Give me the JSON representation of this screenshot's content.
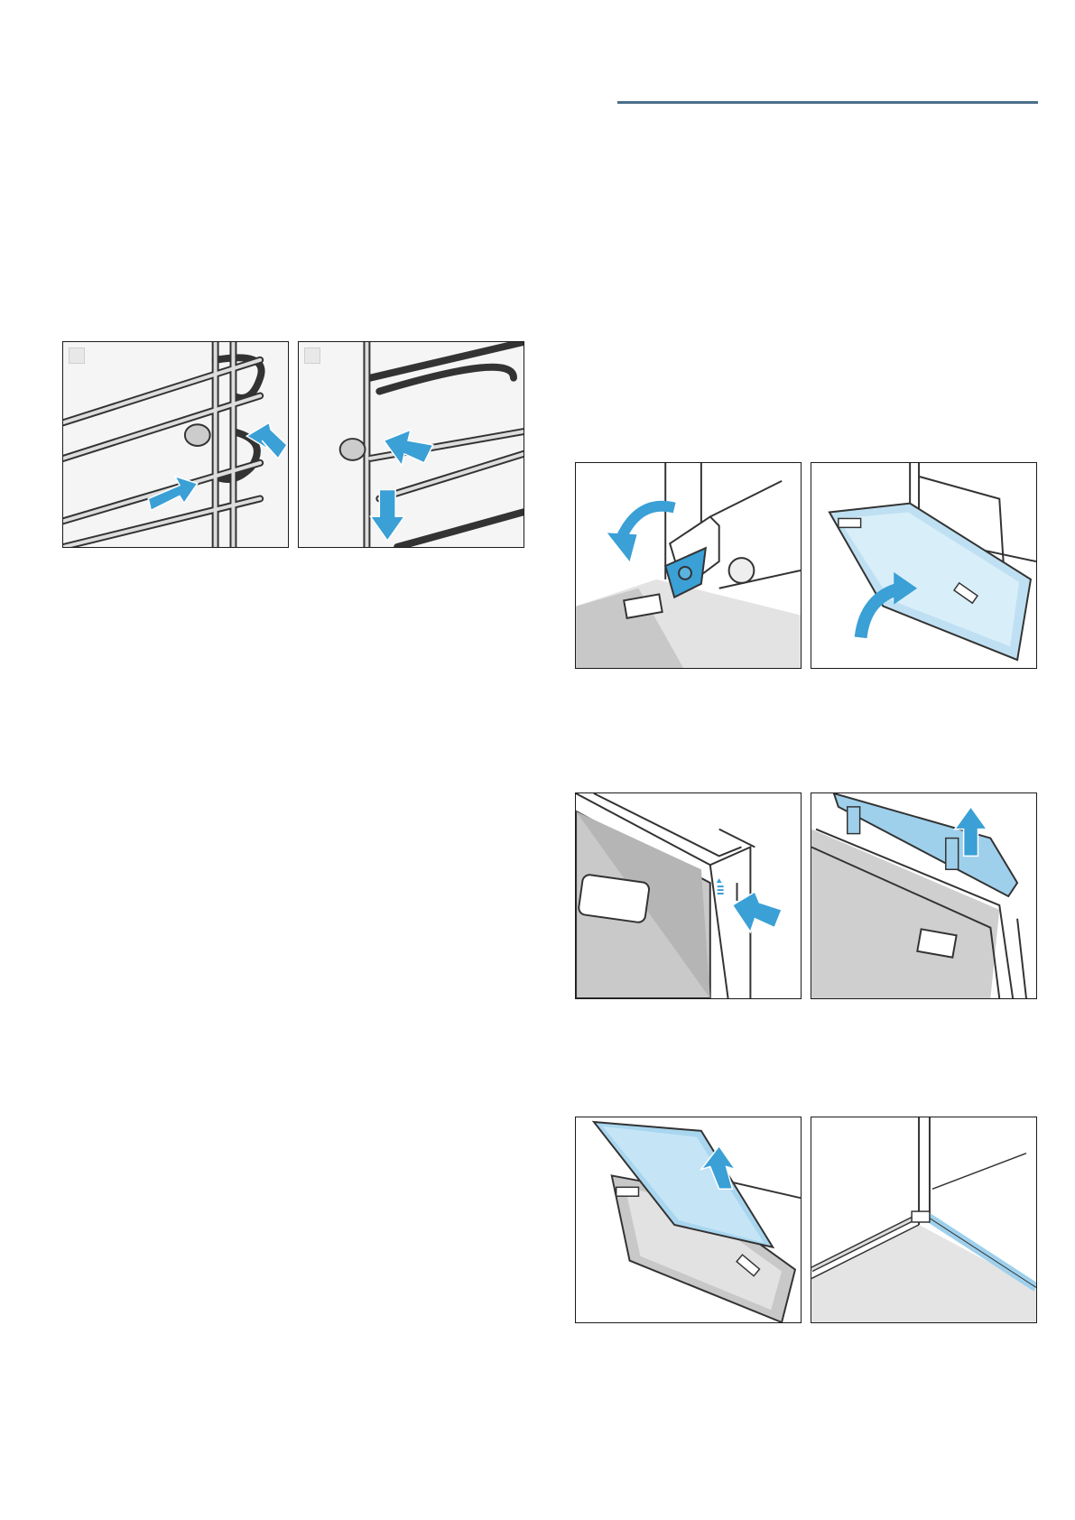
{
  "page": {
    "accent_color": "#3aa0d6",
    "header_rule_color": "#4a6f8a",
    "text_content": []
  },
  "illustrations": [
    {
      "name": "rail-hook-release-1",
      "icon": "shelf-rail-arrows-icon"
    },
    {
      "name": "rail-hook-release-2",
      "icon": "shelf-rail-arrows-icon"
    },
    {
      "name": "door-hinge-lever-fold",
      "icon": "hinge-lever-icon"
    },
    {
      "name": "door-close-position",
      "icon": "oven-door-icon"
    },
    {
      "name": "door-cover-press-sides",
      "icon": "door-cover-press-icon"
    },
    {
      "name": "door-cover-remove",
      "icon": "door-cover-lift-icon"
    },
    {
      "name": "door-pane-lift-out",
      "icon": "glass-pane-lift-icon"
    },
    {
      "name": "door-pane-seated",
      "icon": "glass-pane-seat-icon"
    }
  ]
}
